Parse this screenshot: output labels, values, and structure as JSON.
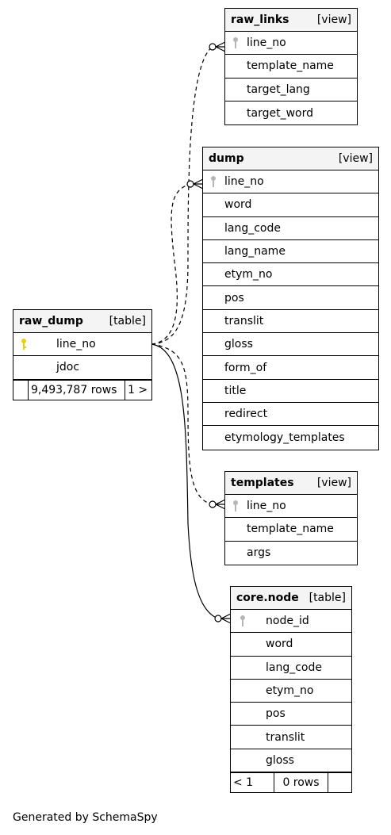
{
  "diagram": {
    "tables": [
      {
        "id": "raw_links",
        "name": "raw_links",
        "kind": "[view]",
        "columns": [
          {
            "name": "line_no",
            "key": "fk"
          },
          {
            "name": "template_name",
            "key": ""
          },
          {
            "name": "target_lang",
            "key": ""
          },
          {
            "name": "target_word",
            "key": ""
          }
        ]
      },
      {
        "id": "dump",
        "name": "dump",
        "kind": "[view]",
        "columns": [
          {
            "name": "line_no",
            "key": "fk"
          },
          {
            "name": "word",
            "key": ""
          },
          {
            "name": "lang_code",
            "key": ""
          },
          {
            "name": "lang_name",
            "key": ""
          },
          {
            "name": "etym_no",
            "key": ""
          },
          {
            "name": "pos",
            "key": ""
          },
          {
            "name": "translit",
            "key": ""
          },
          {
            "name": "gloss",
            "key": ""
          },
          {
            "name": "form_of",
            "key": ""
          },
          {
            "name": "title",
            "key": ""
          },
          {
            "name": "redirect",
            "key": ""
          },
          {
            "name": "etymology_templates",
            "key": ""
          }
        ]
      },
      {
        "id": "raw_dump",
        "name": "raw_dump",
        "kind": "[table]",
        "columns": [
          {
            "name": "line_no",
            "key": "pk"
          },
          {
            "name": "jdoc",
            "key": ""
          }
        ],
        "footer": {
          "left": "",
          "middle": "9,493,787 rows",
          "right": "1 >"
        }
      },
      {
        "id": "templates",
        "name": "templates",
        "kind": "[view]",
        "columns": [
          {
            "name": "line_no",
            "key": "fk"
          },
          {
            "name": "template_name",
            "key": ""
          },
          {
            "name": "args",
            "key": ""
          }
        ]
      },
      {
        "id": "core_node",
        "name": "core.node",
        "kind": "[table]",
        "columns": [
          {
            "name": "node_id",
            "key": "fk"
          },
          {
            "name": "word",
            "key": ""
          },
          {
            "name": "lang_code",
            "key": ""
          },
          {
            "name": "etym_no",
            "key": ""
          },
          {
            "name": "pos",
            "key": ""
          },
          {
            "name": "translit",
            "key": ""
          },
          {
            "name": "gloss",
            "key": ""
          }
        ],
        "footer": {
          "left": "< 1",
          "middle": "0 rows",
          "right": ""
        }
      }
    ],
    "relationships": [
      {
        "from": "raw_dump.line_no",
        "to": "raw_links.line_no",
        "style": "implied"
      },
      {
        "from": "raw_dump.line_no",
        "to": "dump.line_no",
        "style": "implied"
      },
      {
        "from": "raw_dump.line_no",
        "to": "templates.line_no",
        "style": "implied"
      },
      {
        "from": "raw_dump.line_no",
        "to": "core.node.node_id",
        "style": "real"
      }
    ],
    "colors": {
      "header_bg": "#f4f4f4",
      "pk_key": "#e6d200",
      "fk_key": "#b5b5b5",
      "line": "#000000"
    }
  },
  "generated_by": "Generated by SchemaSpy"
}
